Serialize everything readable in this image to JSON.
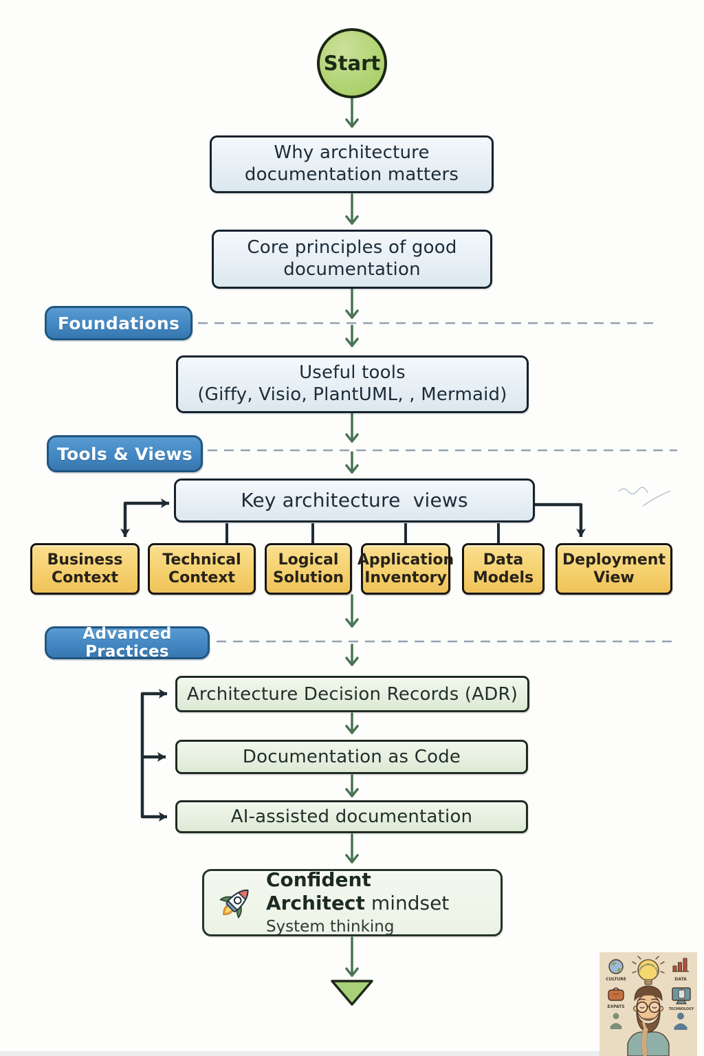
{
  "flow": {
    "start_label": "Start",
    "node_why": "Why architecture documentation matters",
    "node_core": "Core principles of good documentation",
    "node_tools_title": "Useful tools",
    "node_tools_sub": "(Giffy, Visio, PlantUML, , Mermaid)",
    "node_views": "Key architecture  views",
    "node_adr": "Architecture Decision Records (ADR)",
    "node_doc_code": "Documentation as Code",
    "node_ai": "AI-assisted documentation",
    "final_title_bold": "Confident Architect",
    "final_title_rest": "mindset",
    "final_subtitle": "System thinking",
    "section_labels": [
      "Foundations",
      "Tools & Views",
      "Advanced Practices"
    ],
    "view_boxes": [
      "Business Context",
      "Technical Context",
      "Logical Solution",
      "Application Inventory",
      "Data Models",
      "Deployment View"
    ]
  },
  "badge": {
    "bulb_text": "TUHALAMERA.SUBSTACK.COM",
    "label_culture": "CULTURE",
    "label_data": "DATA",
    "label_expats": "EXPATS",
    "label_technology": "TECHNOLOGY"
  },
  "colors": {
    "start_fill": "#b3d476",
    "node_fill": "#e7eff5",
    "accent_blue": "#4288c4",
    "yellow_fill": "#f5cf6c",
    "green_fill": "#e6efdf",
    "arrow_green": "#4a7453",
    "connector_dark": "#1f2b33"
  }
}
